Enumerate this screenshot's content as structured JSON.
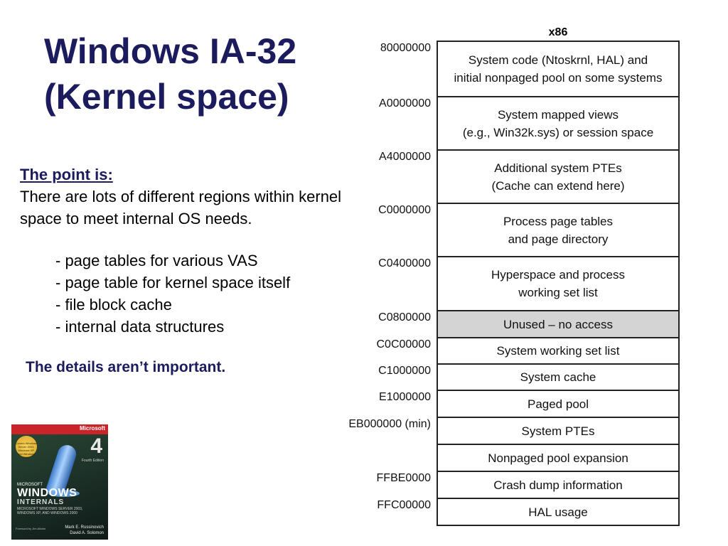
{
  "title": {
    "line1": "Windows IA-32",
    "line2": "(Kernel space)"
  },
  "point": {
    "heading": "The point is:",
    "body": "There are lots of different regions within kernel space to meet internal OS needs.",
    "bullets": [
      "- page tables for various VAS",
      "- page table for kernel space itself",
      "- file block cache",
      "- internal data structures"
    ],
    "details": "The details aren’t important."
  },
  "book": {
    "publisher_band": "Microsoft",
    "edition": "4",
    "edition_label": "Fourth Edition",
    "badge": "Covers Windows Server 2003, Windows XP, and Windows 2000",
    "brand": "MICROSOFT",
    "title_line1": "WINDOWS",
    "title_line2": "INTERNALS",
    "subtitle_line1": "MICROSOFT WINDOWS SERVER 2003,",
    "subtitle_line2": "WINDOWS XP, AND WINDOWS 2000",
    "foreword": "Foreword by Jim Allchin",
    "author1": "Mark E. Russinovich",
    "author2": "David A. Solomon"
  },
  "memory_map": {
    "label": "x86",
    "regions": [
      {
        "address": "80000000",
        "lines": [
          "System code (Ntoskrnl, HAL) and",
          "initial nonpaged pool on some systems"
        ],
        "shaded": false
      },
      {
        "address": "A0000000",
        "lines": [
          "System mapped views",
          "(e.g., Win32k.sys) or session space"
        ],
        "shaded": false
      },
      {
        "address": "A4000000",
        "lines": [
          "Additional system PTEs",
          "(Cache can extend here)"
        ],
        "shaded": false
      },
      {
        "address": "C0000000",
        "lines": [
          "Process page tables",
          "and page directory"
        ],
        "shaded": false
      },
      {
        "address": "C0400000",
        "lines": [
          "Hyperspace and process",
          "working set list"
        ],
        "shaded": false
      },
      {
        "address": "C0800000",
        "lines": [
          "Unused – no access"
        ],
        "shaded": true
      },
      {
        "address": "C0C00000",
        "lines": [
          "System working set list"
        ],
        "shaded": false
      },
      {
        "address": "C1000000",
        "lines": [
          "System cache"
        ],
        "shaded": false
      },
      {
        "address": "E1000000",
        "lines": [
          "Paged pool"
        ],
        "shaded": false
      },
      {
        "address": "EB000000 (min)",
        "lines": [
          "System PTEs"
        ],
        "shaded": false
      },
      {
        "address": "",
        "lines": [
          "Nonpaged pool expansion"
        ],
        "shaded": false
      },
      {
        "address": "FFBE0000",
        "lines": [
          "Crash dump information"
        ],
        "shaded": false
      },
      {
        "address": "FFC00000",
        "lines": [
          "HAL usage"
        ],
        "shaded": false
      }
    ],
    "shade_color": "#d4d4d4"
  }
}
